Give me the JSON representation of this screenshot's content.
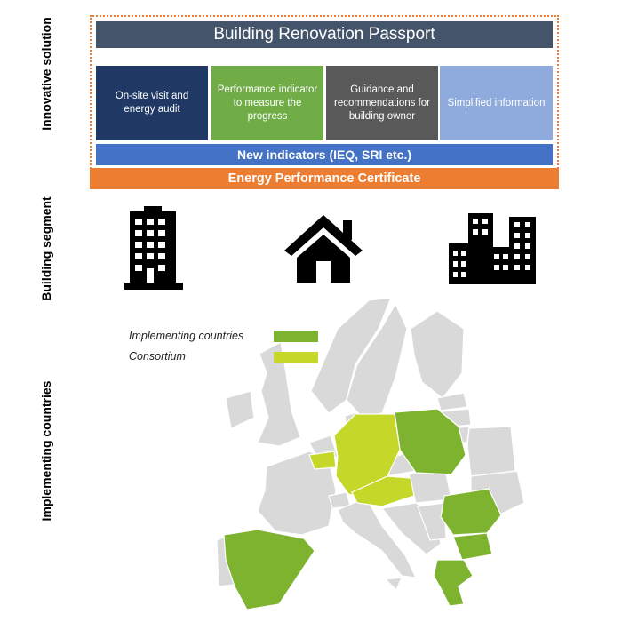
{
  "side_labels": {
    "innovative": "Innovative solution",
    "segment": "Building segment",
    "countries": "Implementing countries"
  },
  "passport": {
    "title": "Building Renovation Passport",
    "boxes": [
      "On-site visit and energy audit",
      "Performance indicator to measure the progress",
      "Guidance and recommendations for building owner",
      "Simplified information"
    ],
    "indicators": "New indicators (IEQ, SRI etc.)",
    "certificate": "Energy Performance Certificate"
  },
  "segment_icons": [
    "high-rise-building-icon",
    "house-icon",
    "city-buildings-icon"
  ],
  "legend": {
    "implementing": "Implementing countries",
    "consortium": "Consortium"
  },
  "colors": {
    "implementing": "#7db32f",
    "consortium": "#c5d82a",
    "other_country": "#d9d9d9",
    "title_bar": "#44546a",
    "certificate": "#ed7d31",
    "indicators": "#4472c4"
  }
}
